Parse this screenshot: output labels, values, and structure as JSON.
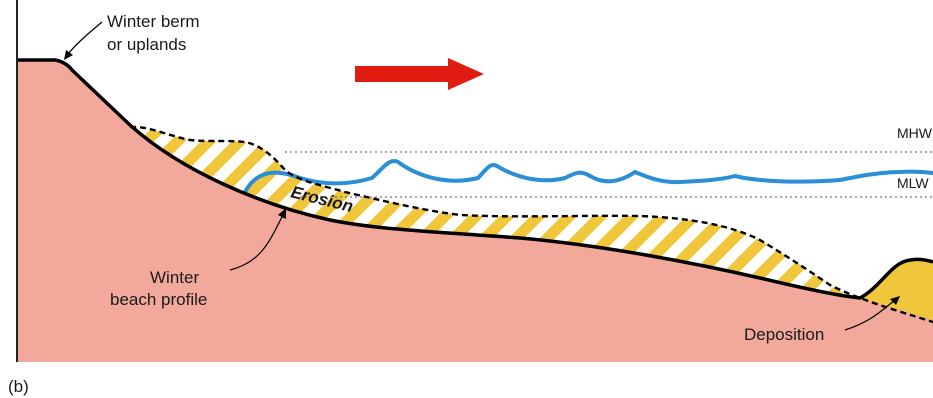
{
  "figure": {
    "panel_label": "(b)",
    "colors": {
      "ground": "#f2a89a",
      "ground_line": "#000000",
      "sand_stripe": "#f0c63a",
      "deposition": "#f0c63a",
      "water": "#2a8fd6",
      "arrow": "#e01b12",
      "level_line": "#555555"
    },
    "arrow": {
      "direction": "right",
      "icon": "red-arrow-icon"
    },
    "labels": {
      "winter_berm_line1": "Winter berm",
      "winter_berm_line2": "or uplands",
      "erosion": "Erosion",
      "winter_profile_line1": "Winter",
      "winter_profile_line2": "beach profile",
      "deposition": "Deposition",
      "mhw": "MHW",
      "mlw": "MLW"
    }
  }
}
